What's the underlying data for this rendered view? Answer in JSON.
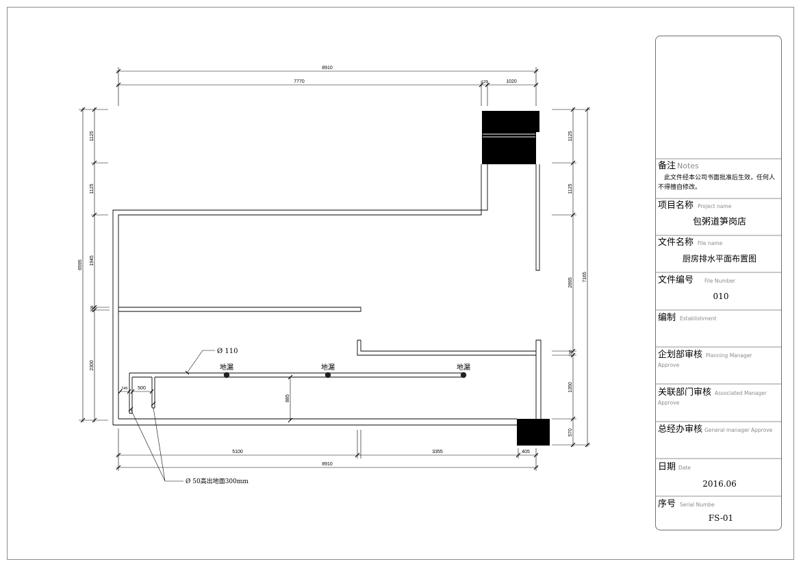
{
  "colors": {
    "line": "#000000",
    "fill": "#000000",
    "border": "#8c8c8c",
    "label_en": "#8a8a8a"
  },
  "drawing": {
    "dimensions": {
      "top_overall": "8910",
      "top_segments": [
        "7770",
        "120",
        "1020"
      ],
      "left_overall": "6595",
      "left_segments": [
        "1125",
        "1125",
        "1945",
        "105",
        "2300"
      ],
      "right_overall": "7165",
      "right_segments": [
        "1125",
        "1125",
        "2895",
        "100",
        "1350",
        "570"
      ],
      "bottom_segments": [
        "5100",
        "3355",
        "405"
      ],
      "bottom_overall": "8910",
      "pipe_offset": "245",
      "pipe_spacing": "500",
      "pipe_to_wall": "885"
    },
    "labels": {
      "main_pipe": "Ø 110",
      "down_pipe": "Ø 50高出地面300mm"
    },
    "floor_drains": [
      {
        "label": "地漏"
      },
      {
        "label": "地漏"
      },
      {
        "label": "地漏"
      }
    ]
  },
  "title_block": {
    "notes": {
      "label_cn": "备注",
      "label_en": "Notes",
      "text_line1": "此文件经本公司书面批准后生效，任何人",
      "text_line2": "不得擅自修改。"
    },
    "project": {
      "label_cn": "项目名称",
      "label_en": "Project name",
      "value": "包粥道笋岗店"
    },
    "file_name": {
      "label_cn": "文件名称",
      "label_en": "File name",
      "value": "厨房排水平面布置图"
    },
    "file_number": {
      "label_cn": "文件编号",
      "label_en": "File Number",
      "value": "010"
    },
    "establishment": {
      "label_cn": "编制",
      "label_en": "Establishment"
    },
    "planning": {
      "label_cn": "企划部审核",
      "label_en_1": "Planning Manager",
      "label_en_2": "Approve"
    },
    "associated": {
      "label_cn": "关联部门审核",
      "label_en_1": "Associated Manager",
      "label_en_2": "Approve"
    },
    "general": {
      "label_cn": "总经办审核",
      "label_en": "General manager Approve"
    },
    "date": {
      "label_cn": "日期",
      "label_en": "Date",
      "value": "2016.06"
    },
    "serial": {
      "label_cn": "序号",
      "label_en": "Serial Numbe",
      "value": "FS-01"
    }
  }
}
